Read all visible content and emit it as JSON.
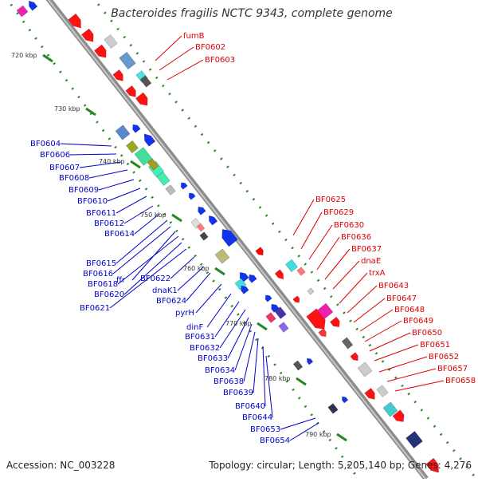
{
  "title": "Bacteroides fragilis NCTC 9343, complete genome",
  "footer": {
    "accession": "Accession: NC_003228",
    "summary": "Topology: circular; Length: 5,205,140 bp; Genes: 4,276"
  },
  "colors": {
    "backbone": "#999999",
    "forward_label": "#dd0000",
    "reverse_label": "#0000cc",
    "tick": "#228822",
    "forward_gene": "#ff0000",
    "reverse_gene": "#0000ee"
  },
  "scale_labels": [
    "720 kbp",
    "730 kbp",
    "740 kbp",
    "750 kbp",
    "760 kbp",
    "770 kbp",
    "780 kbp",
    "790 kbp"
  ],
  "forward_labels": [
    "fumB",
    "BF0602",
    "BF0603",
    "BF0625",
    "BF0629",
    "BF0630",
    "BF0636",
    "BF0637",
    "dnaE",
    "trxA",
    "BF0643",
    "BF0647",
    "BF0648",
    "BF0649",
    "BF0650",
    "BF0651",
    "BF0652",
    "BF0657",
    "BF0658"
  ],
  "reverse_labels": [
    "BF0604",
    "BF0606",
    "BF0607",
    "BF0608",
    "BF0609",
    "BF0610",
    "BF0611",
    "BF0612",
    "BF0614",
    "BF0615",
    "BF0616",
    "ffr",
    "BF0618",
    "BF0620",
    "BF0621",
    "BF0622",
    "dnaK1",
    "BF0624",
    "pyrH",
    "dinF",
    "BF0631",
    "BF0632",
    "BF0633",
    "BF0634",
    "BF0638",
    "BF0639",
    "BF0640",
    "BF0644",
    "BF0653",
    "BF0654"
  ]
}
